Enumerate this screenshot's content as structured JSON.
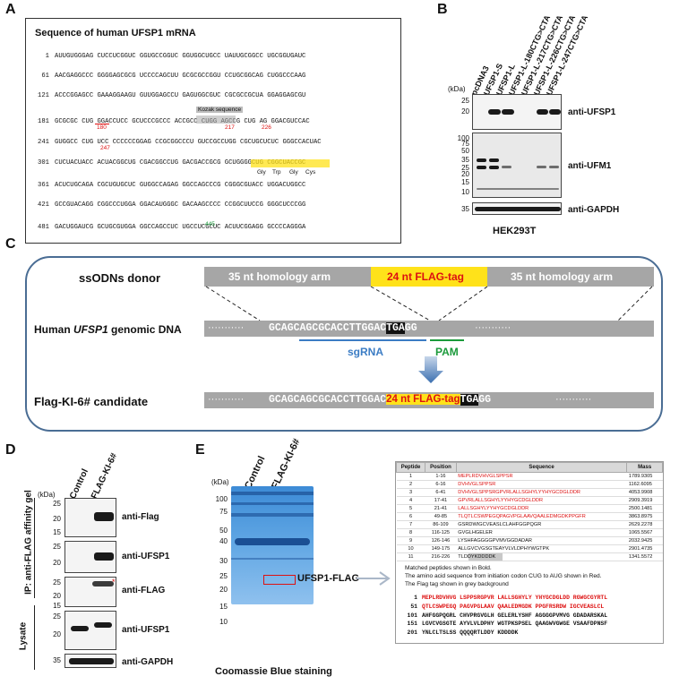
{
  "panels": {
    "a": "A",
    "b": "B",
    "c": "C",
    "d": "D",
    "e": "E"
  },
  "panel_a": {
    "title": "Sequence of human UFSP1 mRNA",
    "lines": [
      {
        "n": "1",
        "s": "AUUGUGGGAG CUCCUCGGUC GGUGCCGGUC GGUGGCUGCC UAUUGCGGCC UGCGGUGAUC"
      },
      {
        "n": "61",
        "s": "AACGAGGCCC GGGGAGCGCG UCCCCAGCUU GCGCGCCGGU CCUGCGGCAG CUGGCCCAAG"
      },
      {
        "n": "121",
        "s": "ACCCGGAGCC GAAAGGAAGU GUUGGAGCCU GAGUGGCGUC CGCGCCGCUA GGAGGAGCGU"
      },
      {
        "n": "181",
        "s": "GCGCGC CUG GGACCUCC GCUCCCGCCC ACCGCC CUGG AGCCG CUG AG GGACGUCCAC"
      },
      {
        "n": "241",
        "s": "GUGGCC CUG UCC CCCCCCGGAG CCGCGGCCCU GUCCGCCUGG CGCUGCUCUC GGGCCACUAC"
      },
      {
        "n": "301",
        "s": "CUCUACUACC ACUACGGCUG CGACGGCCUG GACGACCGCG GCUGGGGCUG CGGCUACCGC"
      },
      {
        "n": "361",
        "s": "ACUCUGCAGA CGCUGUGCUC GUGGCCAGAG GGCCAGCCCG CGGGCGUACC UGGACUGGCC"
      },
      {
        "n": "421",
        "s": "GCCGUACAGG CGGCCCUGGA GGACAUGGGC GACAAGCCCC CCGGCUUCCG GGGCUCCCGG"
      },
      {
        "n": "481",
        "s": "GACUGGAUCG GCUGCGUGGA GGCCAGCCUC UGCCUCGCUC ACUUCGGAGG GCCCCAGGGA"
      }
    ],
    "kozak_label": "Kozak sequence",
    "pos_180": "180",
    "pos_217": "217",
    "pos_226": "226",
    "pos_247": "247",
    "pos_445": "445",
    "aa_gly": "Gly",
    "aa_trp": "Trp",
    "aa_gly2": "Gly",
    "aa_cys": "Cys"
  },
  "panel_b": {
    "lanes": [
      "pcDNA3",
      "UFSP1-S",
      "UFSP1-L",
      "UFSP1-L-180CTG>CTA",
      "UFSP1-L-217CTG>CTA",
      "UFSP1-L-226CTG>CTA",
      "UFSP1-L-247CTG>CTA"
    ],
    "kda_label": "(kDa)",
    "blot1": {
      "marker": "20",
      "marker2": "25",
      "antibody": "anti-UFSP1"
    },
    "blot2": {
      "markers": [
        "100",
        "75",
        "50",
        "35",
        "25",
        "20",
        "15",
        "10"
      ],
      "antibody": "anti-UFM1"
    },
    "blot3": {
      "marker": "35",
      "antibody": "anti-GAPDH"
    },
    "cell_line": "HEK293T"
  },
  "panel_c": {
    "donor_label": "ssODNs donor",
    "homology_left": "35 nt homology arm",
    "flag_tag": "24 nt FLAG-tag",
    "homology_right": "35 nt homology arm",
    "genomic_label_pre": "Human ",
    "genomic_label_gene": "UFSP1",
    "genomic_label_post": " genomic DNA",
    "genomic_seq": "GCAGCAGCGCACCTTGGAC",
    "stop_codon": "TGA",
    "genomic_tail": "GG",
    "dots": "···········",
    "sgrna": "sgRNA",
    "pam": "PAM",
    "candidate_label": "Flag-KI-6# candidate",
    "candidate_seq": "GCAGCAGCGCACCTTGGAC",
    "candidate_flag": "24 nt FLAG-tag",
    "candidate_stop": "TGA",
    "candidate_tail": "GG"
  },
  "panel_d": {
    "kda_label": "(kDa)",
    "lanes": [
      "Control",
      "FLAG-KI-6#"
    ],
    "ip_label": "IP: anti-FLAG affinity gel",
    "lysate_label": "Lysate",
    "blots": [
      {
        "markers": [
          "25",
          "20",
          "15"
        ],
        "antibody": "anti-Flag"
      },
      {
        "markers": [
          "25",
          "20"
        ],
        "antibody": "anti-UFSP1"
      },
      {
        "markers": [
          "25",
          "20",
          "15"
        ],
        "antibody": "anti-FLAG"
      },
      {
        "markers": [
          "25",
          "20"
        ],
        "antibody": "anti-UFSP1"
      },
      {
        "markers": [
          "35"
        ],
        "antibody": "anti-GAPDH"
      }
    ]
  },
  "panel_e": {
    "kda_label": "(kDa)",
    "lanes": [
      "Control",
      "FLAG-KI-6#"
    ],
    "markers": [
      "100",
      "75",
      "50",
      "40",
      "30",
      "25",
      "20",
      "15",
      "10"
    ],
    "band_label": "UFSP1-FLAG",
    "caption": "Coomassie Blue staining",
    "table": {
      "headers": [
        "Peptide",
        "Position",
        "Sequence",
        "Mass"
      ],
      "rows": [
        {
          "p": "1",
          "pos": "1-16",
          "seq": "MEPLRDVHVGLSPPSR",
          "mass": "1789.9305",
          "red": true
        },
        {
          "p": "2",
          "pos": "6-16",
          "seq": "DVHVGLSPPSR",
          "mass": "1162.6095",
          "red": true
        },
        {
          "p": "3",
          "pos": "6-41",
          "seq": "DVHVGLSPPSRGPVRLALLSGHYLYYHYGCDGLDDR",
          "mass": "4053.9908",
          "red": true
        },
        {
          "p": "4",
          "pos": "17-41",
          "seq": "GPVRLALLSGHYLYYHYGCDGLDDR",
          "mass": "2909.3919",
          "red": true
        },
        {
          "p": "5",
          "pos": "21-41",
          "seq": "LALLSGHYLYYHYGCDGLDDR",
          "mass": "2500.1481",
          "red": true
        },
        {
          "p": "6",
          "pos": "49-85",
          "seq": "TLQTLCSWPEGQPAGVPGLAAVQAALEDMGDKPPGFR",
          "mass": "3863.8975",
          "red": true
        },
        {
          "p": "7",
          "pos": "86-109",
          "seq": "GSRDWIGCVEASLCLAHFGGPQGR",
          "mass": "2629.2278",
          "red": false
        },
        {
          "p": "8",
          "pos": "116-125",
          "seq": "GVGLHGELER",
          "mass": "1065.5567",
          "red": false
        },
        {
          "p": "9",
          "pos": "126-146",
          "seq": "LYSHFAGGGGPVMVGGDADAR",
          "mass": "2032.9425",
          "red": false
        },
        {
          "p": "10",
          "pos": "149-175",
          "seq": "ALLGVCVGSGTEAYVLVLDPHYWGTPK",
          "mass": "2901.4735",
          "red": false
        },
        {
          "p": "11",
          "pos": "216-226",
          "seq": "TLDDYKDDDDK",
          "mass": "1341.5572",
          "red": false
        }
      ]
    },
    "notes": [
      "Matched peptides shown in Bold.",
      "The amino acid sequence from initiation codon CUG to AUG shown in Red.",
      "The Flag tag shown in grey background"
    ],
    "aa_lines": [
      {
        "n": "1",
        "s": "MEPLRDVHVG LSPPSRGPVR LALLSGHYLY YHYGCDGLDD RGWGCGYRTL"
      },
      {
        "n": "51",
        "s": "QTLCSWPEGQ PAGVPGLAAV QAALEDMGDK PPGFRSRDW IGCVEASLCL"
      },
      {
        "n": "101",
        "s": "AHFGGPQGRL CHVPRGVGLH GELERLYSHF AGGGGPVMVG GDADARSKAL"
      },
      {
        "n": "151",
        "s": "LGVCVGSGTE AYVLVLDPHY WGTPKSPSEL QAAGWVGWGE VSAAFDPNSF"
      },
      {
        "n": "201",
        "s": "YNLCLTSLSS QQQQRTLDDY KDDDDK"
      }
    ]
  },
  "colors": {
    "red": "#dd1111",
    "green": "#1a9a3a",
    "yellow": "#ffe21a",
    "blue": "#3b7cc4",
    "grey": "#a6a6a6",
    "frame": "#4a6d94"
  }
}
